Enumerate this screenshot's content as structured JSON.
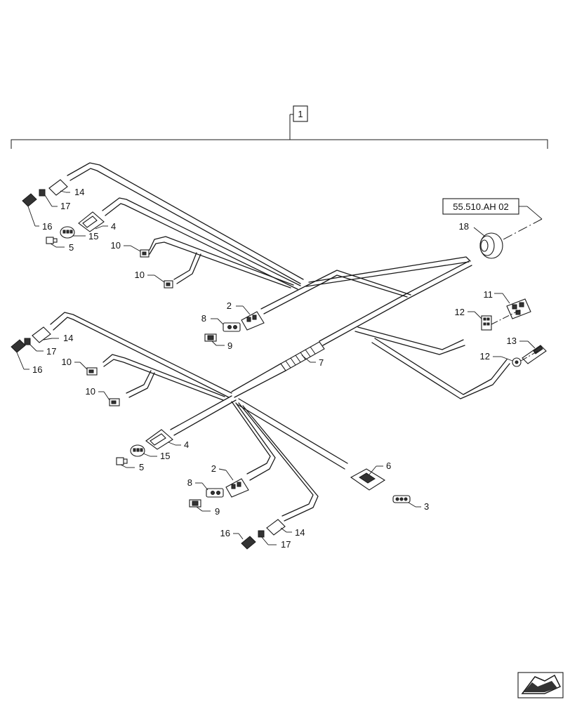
{
  "title_callout": "1",
  "reference": "55.510.AH 02",
  "callouts": {
    "c18": "18",
    "c11": "11",
    "c12a": "12",
    "c12b": "12",
    "c13": "13",
    "c7": "7",
    "c2a": "2",
    "c8a": "8",
    "c9a": "9",
    "c14a": "14",
    "c17a": "17",
    "c16a": "16",
    "c4a": "4",
    "c15a": "15",
    "c5a": "5",
    "c10a": "10",
    "c10b": "10",
    "c14b": "14",
    "c17b": "17",
    "c16b": "16",
    "c10c": "10",
    "c10d": "10",
    "c4b": "4",
    "c15b": "15",
    "c5b": "5",
    "c2b": "2",
    "c8b": "8",
    "c9b": "9",
    "c6": "6",
    "c3": "3",
    "c16c": "16",
    "c14c": "14",
    "c17c": "17"
  },
  "nav_icon": "next-page-arrow-icon"
}
